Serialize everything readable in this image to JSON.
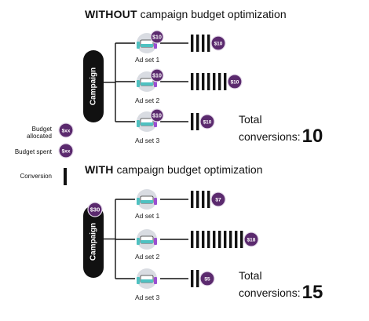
{
  "colors": {
    "dark": "#111111",
    "coin": "#5b2a6e",
    "coin_text": "#ffffff",
    "adset_circle": "#d9dce2",
    "teal": "#4fc1c1",
    "purple": "#9a4fd1"
  },
  "icon": "ad-set-icon",
  "legend": {
    "budget_allocated": "Budget\nallocated",
    "budget_spent": "Budget spent",
    "conversion": "Conversion",
    "coin_label": "$xx"
  },
  "sections": [
    {
      "title_bold": "WITHOUT",
      "title_rest": " campaign budget optimization",
      "campaign_label": "Campaign",
      "campaign_budget": null,
      "total_label": "Total\nconversions:",
      "total_value": "10",
      "adsets": [
        {
          "label": "Ad set 1",
          "allocated": "$10",
          "spent": "$10",
          "conversions": 4
        },
        {
          "label": "Ad set 2",
          "allocated": "$10",
          "spent": "$10",
          "conversions": 7
        },
        {
          "label": "Ad set 3",
          "allocated": "$10",
          "spent": "$10",
          "conversions": 2
        }
      ]
    },
    {
      "title_bold": "WITH",
      "title_rest": " campaign budget optimization",
      "campaign_label": "Campaign",
      "campaign_budget": "$30",
      "total_label": "Total\nconversions:",
      "total_value": "15",
      "adsets": [
        {
          "label": "Ad set 1",
          "allocated": null,
          "spent": "$7",
          "conversions": 4
        },
        {
          "label": "Ad set 2",
          "allocated": null,
          "spent": "$18",
          "conversions": 10
        },
        {
          "label": "Ad set 3",
          "allocated": null,
          "spent": "$5",
          "conversions": 2
        }
      ]
    }
  ]
}
